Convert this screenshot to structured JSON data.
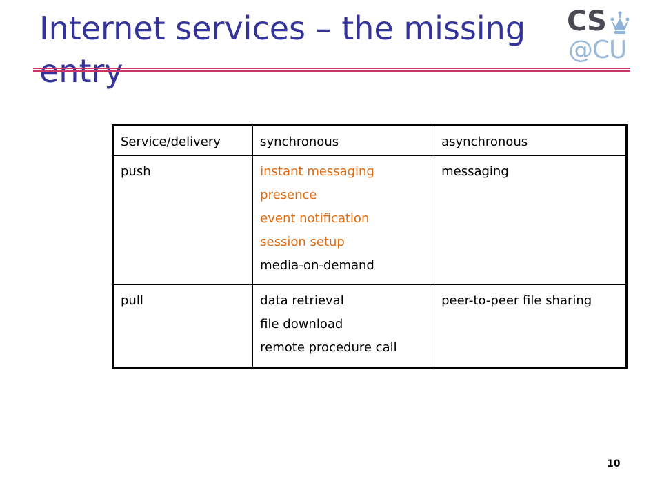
{
  "slide": {
    "title": "Internet services – the missing entry",
    "page_number": "10"
  },
  "logo": {
    "line1": "CS",
    "line2": "@CU",
    "colors": {
      "cs": "#4b4b55",
      "atcu": "#9ab8d8",
      "crown": "#8fb3d9"
    }
  },
  "colors": {
    "title": "#33339a",
    "rule": "#cc3366",
    "highlight": "#e06a10"
  },
  "table": {
    "headers": [
      "Service/delivery",
      "synchronous",
      "asynchronous"
    ],
    "rows": [
      {
        "label": "push",
        "synchronous": [
          {
            "text": "instant messaging",
            "highlight": true
          },
          {
            "text": "presence",
            "highlight": true
          },
          {
            "text": "event notification",
            "highlight": true
          },
          {
            "text": "session setup",
            "highlight": true
          },
          {
            "text": "media-on-demand",
            "highlight": false
          }
        ],
        "asynchronous": [
          "messaging"
        ]
      },
      {
        "label": "pull",
        "synchronous": [
          {
            "text": "data retrieval",
            "highlight": false
          },
          {
            "text": "file download",
            "highlight": false
          },
          {
            "text": "remote procedure call",
            "highlight": false
          }
        ],
        "asynchronous": [
          "peer-to-peer file sharing"
        ]
      }
    ]
  }
}
